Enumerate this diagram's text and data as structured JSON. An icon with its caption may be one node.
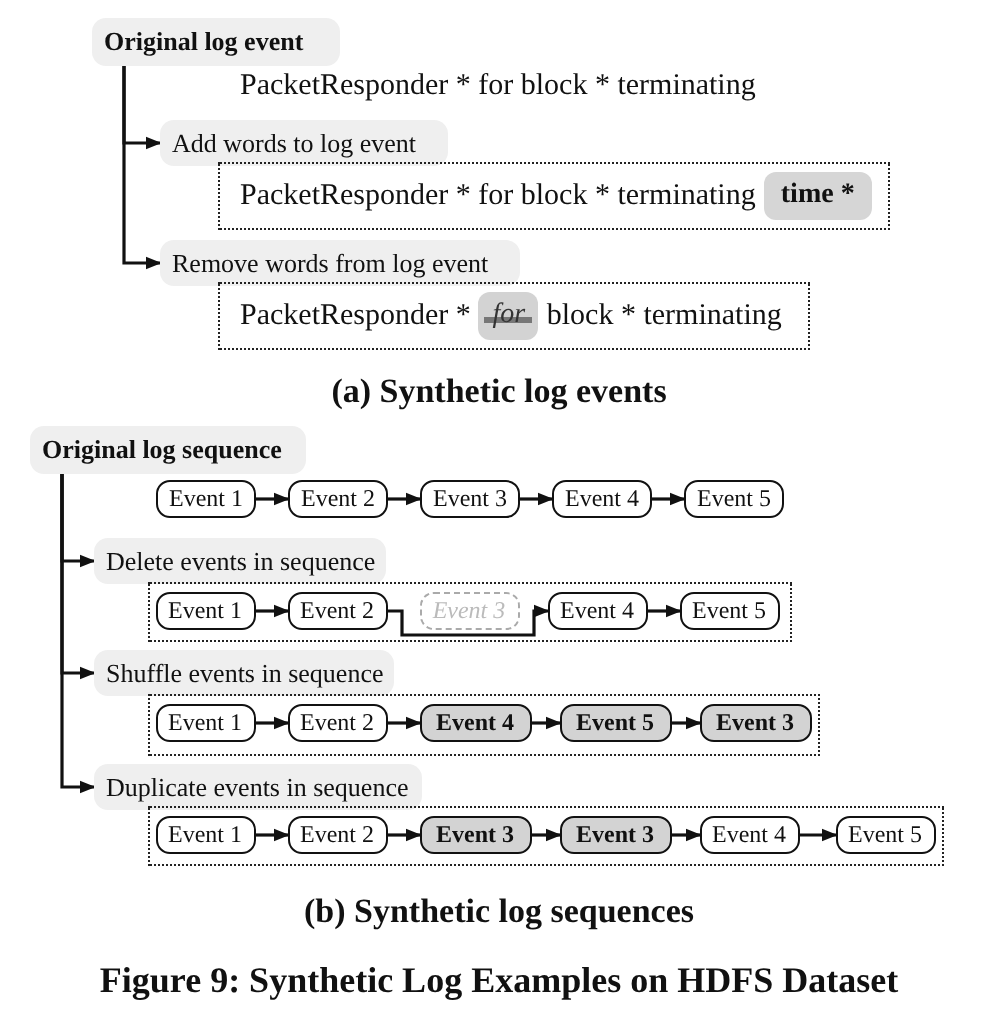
{
  "diagram": {
    "caption": "Figure 9: Synthetic Log Examples on HDFS Dataset",
    "nodes": [
      {
        "text": [
          "Original log event"
        ]
      },
      {
        "text": [
          "Add words to log event"
        ]
      },
      {
        "text": [
          "Remove words from log event"
        ]
      },
      {
        "text": [
          "PacketResponder * for block * terminating"
        ]
      },
      {
        "text": [
          "time *"
        ],
        "in": 3
      },
      {
        "text": [
          "PacketResponder *",
          "block * terminating"
        ]
      },
      {
        "text": [
          "for"
        ],
        "in": 5
      },
      {
        "text": [
          "Original log sequence"
        ]
      },
      {
        "text": [
          "Event 1"
        ]
      },
      {
        "text": [
          "Event 2"
        ]
      },
      {
        "text": [
          "Event 3"
        ]
      },
      {
        "text": [
          "Event 4"
        ]
      },
      {
        "text": [
          "Event 5"
        ]
      },
      {
        "text": [
          "Delete events in sequence"
        ]
      },
      {
        "text": [],
        "shape": "box"
      },
      {
        "text": [
          "Event 1"
        ],
        "in": 14
      },
      {
        "text": [
          "Event 2"
        ],
        "in": 14
      },
      {
        "text": [
          "Event 3"
        ],
        "in": 14
      },
      {
        "text": [
          "Event 4"
        ],
        "in": 14
      },
      {
        "text": [
          "Event 5"
        ],
        "in": 14
      },
      {
        "text": [
          "Shuffle events in sequence"
        ]
      },
      {
        "text": [],
        "shape": "box"
      },
      {
        "text": [
          "Event 1"
        ],
        "in": 21
      },
      {
        "text": [
          "Event 2"
        ],
        "in": 21
      },
      {
        "text": [
          "Event 4"
        ],
        "in": 21
      },
      {
        "text": [
          "Event 5"
        ],
        "in": 21
      },
      {
        "text": [
          "Event 3"
        ],
        "in": 21
      },
      {
        "text": [
          "Duplicate events in sequence"
        ]
      },
      {
        "text": [],
        "shape": "box"
      },
      {
        "text": [
          "Event 1"
        ],
        "in": 28
      },
      {
        "text": [
          "Event 2"
        ],
        "in": 28
      },
      {
        "text": [
          "Event 3"
        ],
        "in": 28
      },
      {
        "text": [
          "Event 3"
        ],
        "in": 28
      },
      {
        "text": [
          "Event 4"
        ],
        "in": 28
      },
      {
        "text": [
          "Event 5"
        ],
        "in": 28
      }
    ],
    "edges": [
      {
        "from": 0,
        "to": 1,
        "arrow": "to"
      },
      {
        "from": 0,
        "to": 2,
        "arrow": "to"
      },
      {
        "from": 8,
        "to": 9,
        "arrow": "to"
      },
      {
        "from": 9,
        "to": 10,
        "arrow": "to"
      },
      {
        "from": 10,
        "to": 11,
        "arrow": "to"
      },
      {
        "from": 11,
        "to": 12,
        "arrow": "to"
      },
      {
        "from": 7,
        "to": 13,
        "arrow": "to"
      },
      {
        "from": 15,
        "to": 16,
        "arrow": "to"
      },
      {
        "from": 16,
        "to": 18,
        "arrow": "to"
      },
      {
        "from": 18,
        "to": 19,
        "arrow": "to"
      },
      {
        "from": 7,
        "to": 20,
        "arrow": "to"
      },
      {
        "from": 22,
        "to": 23,
        "arrow": "to"
      },
      {
        "from": 23,
        "to": 24,
        "arrow": "to"
      },
      {
        "from": 24,
        "to": 25,
        "arrow": "to"
      },
      {
        "from": 25,
        "to": 26,
        "arrow": "to"
      },
      {
        "from": 7,
        "to": 27,
        "arrow": "to"
      },
      {
        "from": 29,
        "to": 30,
        "arrow": "to"
      },
      {
        "from": 30,
        "to": 31,
        "arrow": "to"
      },
      {
        "from": 31,
        "to": 32,
        "arrow": "to"
      },
      {
        "from": 32,
        "to": 33,
        "arrow": "to"
      },
      {
        "from": 33,
        "to": 34,
        "arrow": "to"
      }
    ],
    "labels": [
      "PacketResponder * for block * terminating",
      "(a) Synthetic log events",
      "(b) Synthetic log sequences"
    ]
  }
}
